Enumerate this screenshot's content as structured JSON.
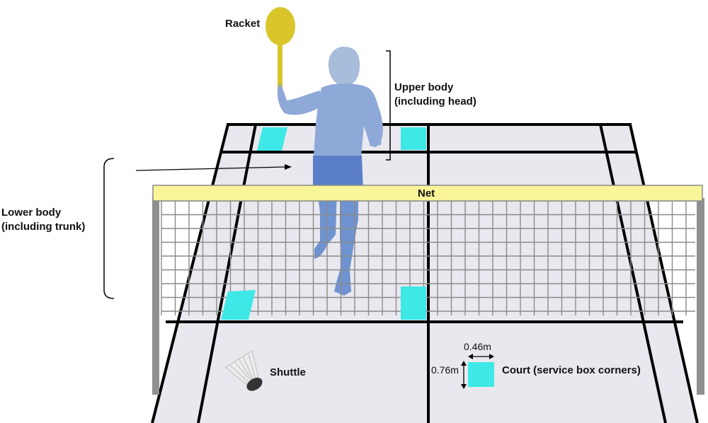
{
  "labels": {
    "racket": "Racket",
    "upper_body_line1": "Upper body",
    "upper_body_line2": "(including head)",
    "lower_body_line1": "Lower body",
    "lower_body_line2": "(including trunk)",
    "net": "Net",
    "shuttle": "Shuttle",
    "court": "Court (service box corners)",
    "box_width": "0.46m",
    "box_height": "0.76m"
  },
  "colors": {
    "court_floor": "#e9e8ee",
    "court_lines": "#000000",
    "service_box_marker": "#3ee8e6",
    "player": "#6f93d0",
    "racket": "#d9c52a",
    "net_band": "#fbf59a",
    "net_mesh": "#8a8a8a",
    "net_post": "#8f8f8f"
  }
}
